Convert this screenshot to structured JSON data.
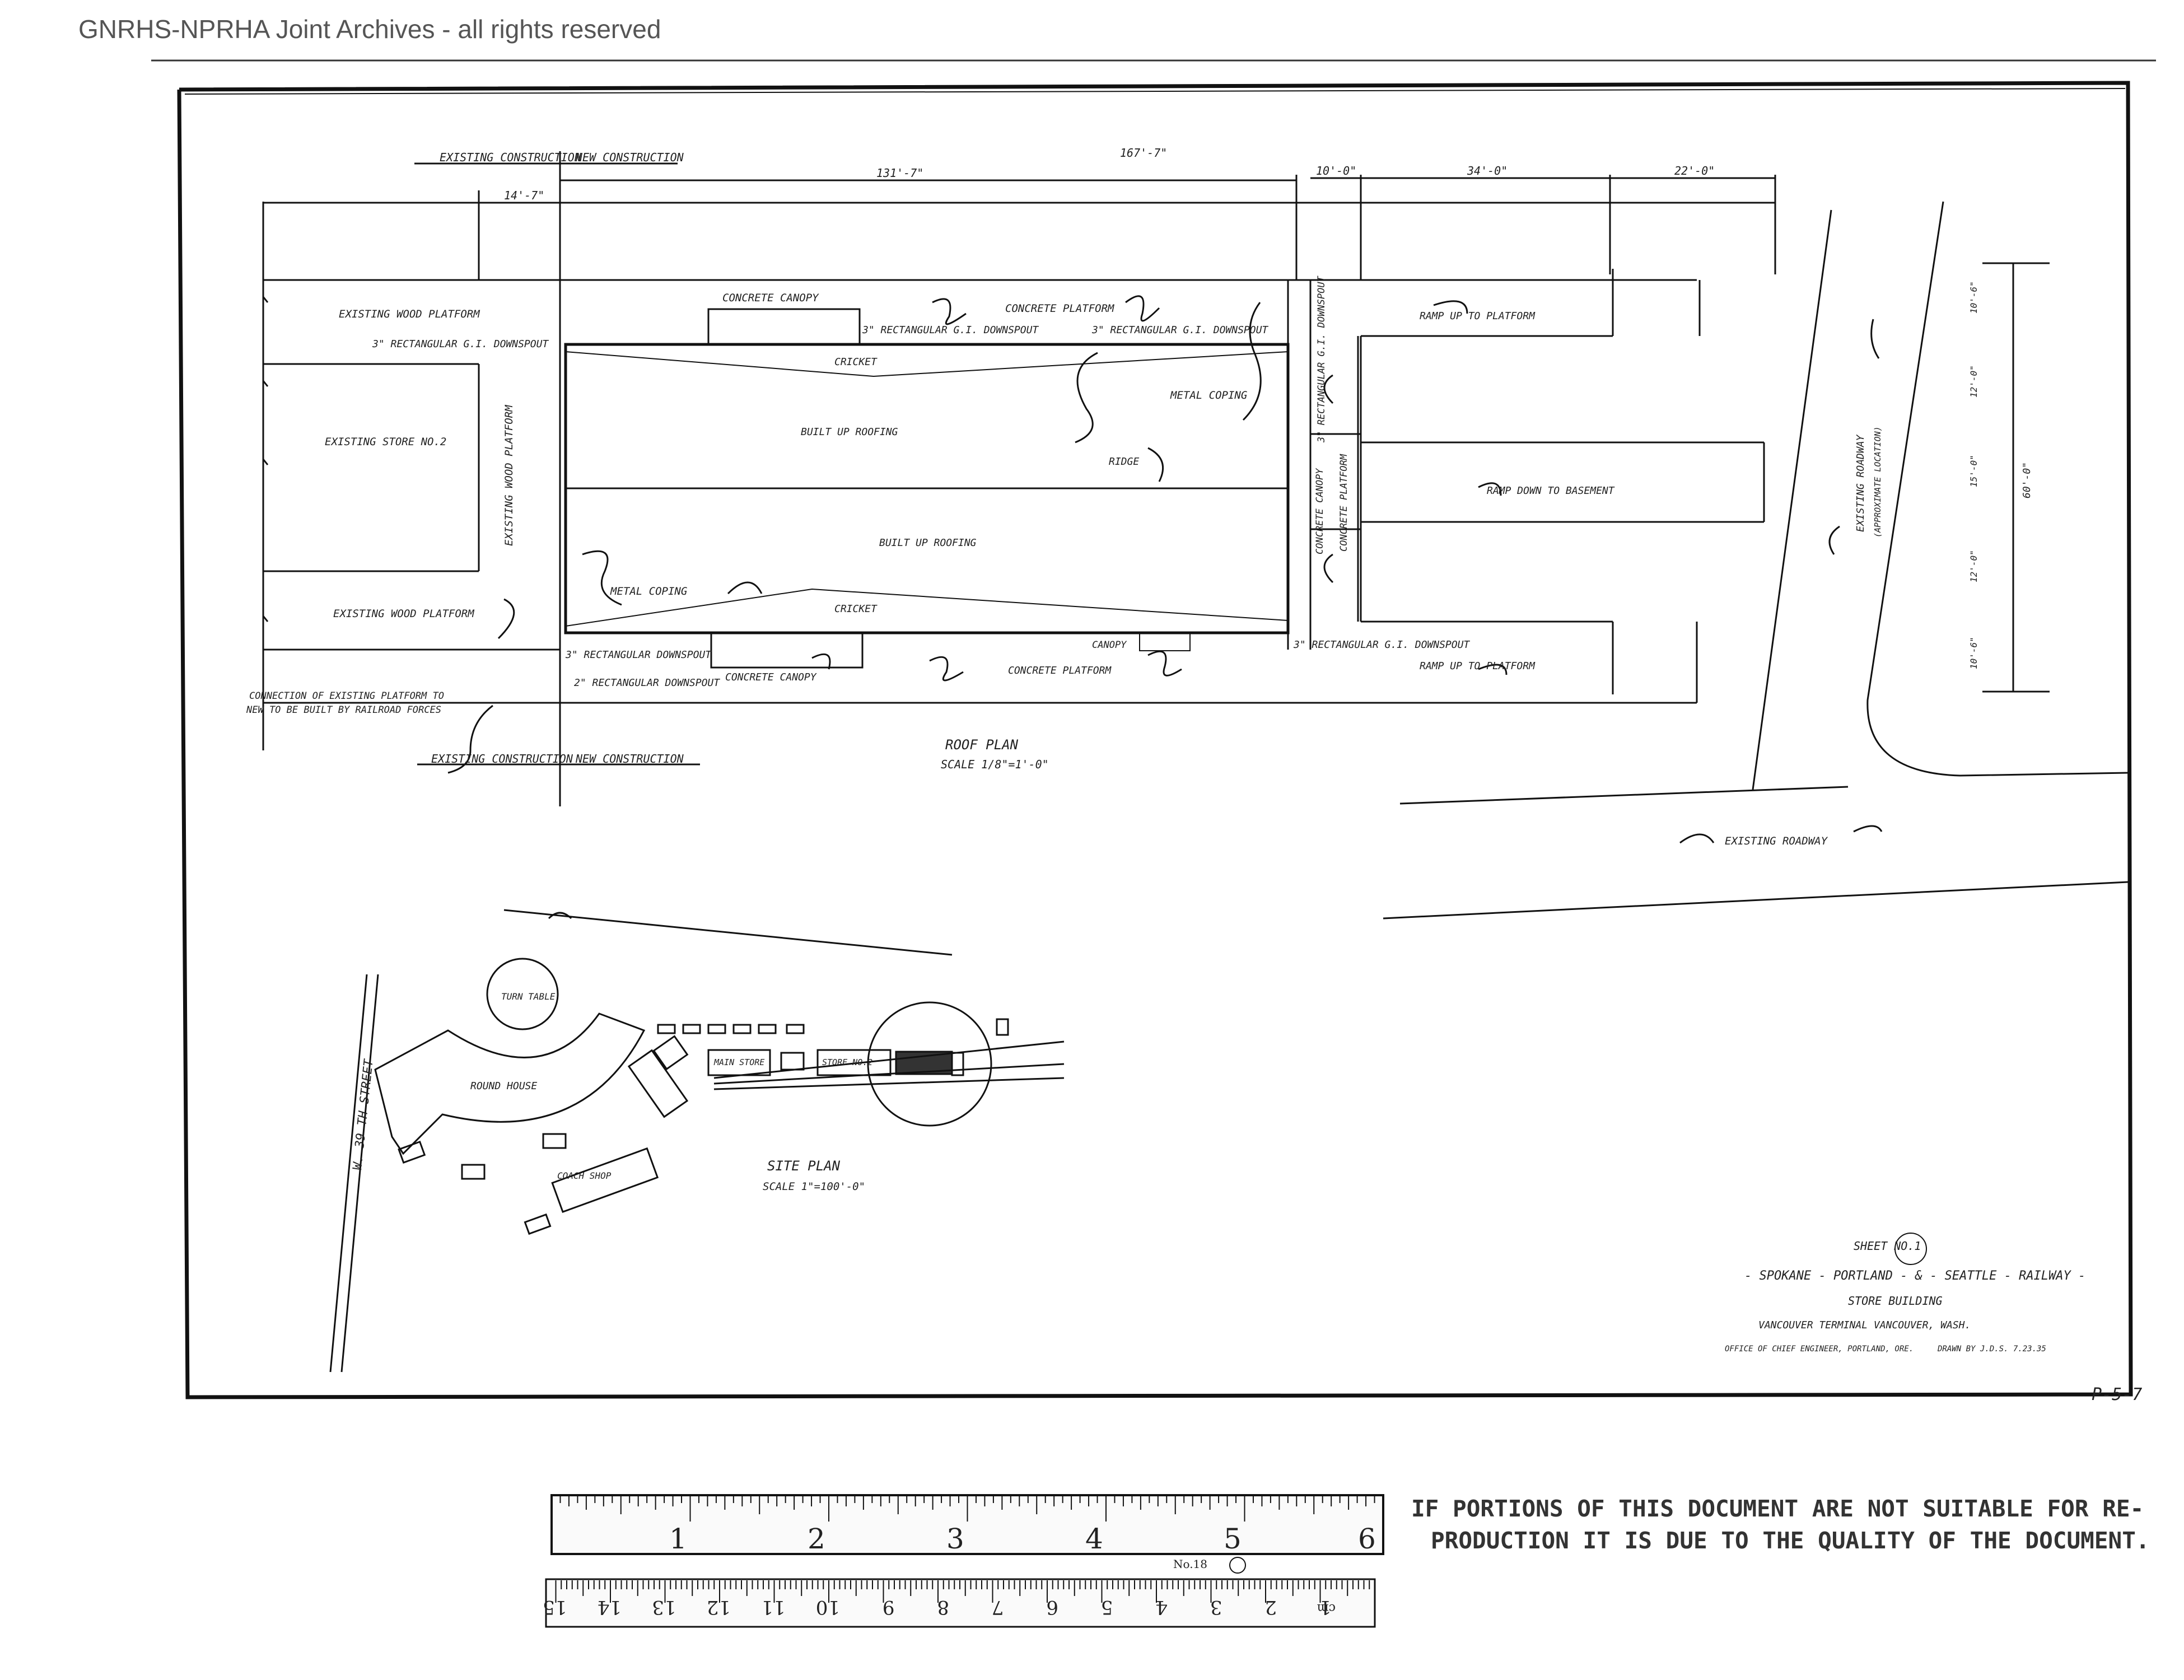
{
  "watermark": "GNRHS-NPRHA Joint Archives - all rights reserved",
  "roof_plan": {
    "title": "ROOF PLAN",
    "scale": "SCALE 1/8\"=1'-0\"",
    "dims": {
      "overall": "167'-7\"",
      "existing": "14'-7\"",
      "new": "131'-7\"",
      "d10": "10'-0\"",
      "d34": "34'-0\"",
      "d22": "22'-0\"",
      "r1": "10'-6\"",
      "r2": "12'-0\"",
      "r3": "15'-0\"",
      "r4": "12'-0\"",
      "r5": "10'-6\"",
      "total": "60'-0\""
    },
    "labels": {
      "existing_construction": "EXISTING CONSTRUCTION",
      "new_construction": "NEW CONSTRUCTION",
      "existing_wood_platform": "EXISTING WOOD PLATFORM",
      "existing_store": "EXISTING STORE NO.2",
      "downspout_3": "3\" RECTANGULAR G.I. DOWNSPOUT",
      "downspout_3b": "3\" RECTANGULAR DOWNSPOUT",
      "downspout_2": "2\" RECTANGULAR DOWNSPOUT",
      "concrete_canopy": "CONCRETE CANOPY",
      "concrete_platform": "CONCRETE PLATFORM",
      "cricket": "CRICKET",
      "built_up_roofing": "BUILT UP ROOFING",
      "metal_coping": "METAL COPING",
      "ridge": "RIDGE",
      "canopy": "CANOPY",
      "ramp_up": "RAMP UP TO PLATFORM",
      "ramp_down": "RAMP DOWN TO BASEMENT",
      "existing_roadway": "EXISTING ROADWAY",
      "existing_roadway_approx": "(APPROXIMATE LOCATION)",
      "connection_note_1": "CONNECTION OF EXISTING PLATFORM TO",
      "connection_note_2": "NEW TO BE BUILT BY RAILROAD FORCES"
    }
  },
  "site_plan": {
    "title": "SITE PLAN",
    "scale": "SCALE 1\"=100'-0\"",
    "labels": {
      "street": "W. 39 TH STREET",
      "turn_table": "TURN TABLE",
      "round_house": "ROUND HOUSE",
      "coach_shop": "COACH SHOP",
      "main_store": "MAIN STORE",
      "store_no2": "STORE NO.2"
    }
  },
  "title_block": {
    "sheet": "SHEET NO.1",
    "railway": "- SPOKANE - PORTLAND - & - SEATTLE - RAILWAY -",
    "building": "STORE BUILDING",
    "location": "VANCOUVER TERMINAL    VANCOUVER, WASH.",
    "office": "OFFICE OF CHIEF ENGINEER, PORTLAND, ORE.",
    "drawn": "DRAWN BY  J.D.S.  7.23.35"
  },
  "doc_code": "P-5-7",
  "ruler": {
    "inches": [
      "1",
      "2",
      "3",
      "4",
      "5",
      "6"
    ],
    "cm": [
      "1",
      "2",
      "3",
      "4",
      "5",
      "6",
      "7",
      "8",
      "9",
      "10",
      "11",
      "12",
      "13",
      "14",
      "15"
    ],
    "cm_unit": "cm",
    "model": "No.18"
  },
  "stamp": {
    "line1": "IF PORTIONS OF THIS DOCUMENT ARE NOT SUITABLE FOR RE-",
    "line2": "PRODUCTION IT IS DUE TO THE QUALITY OF THE DOCUMENT."
  }
}
